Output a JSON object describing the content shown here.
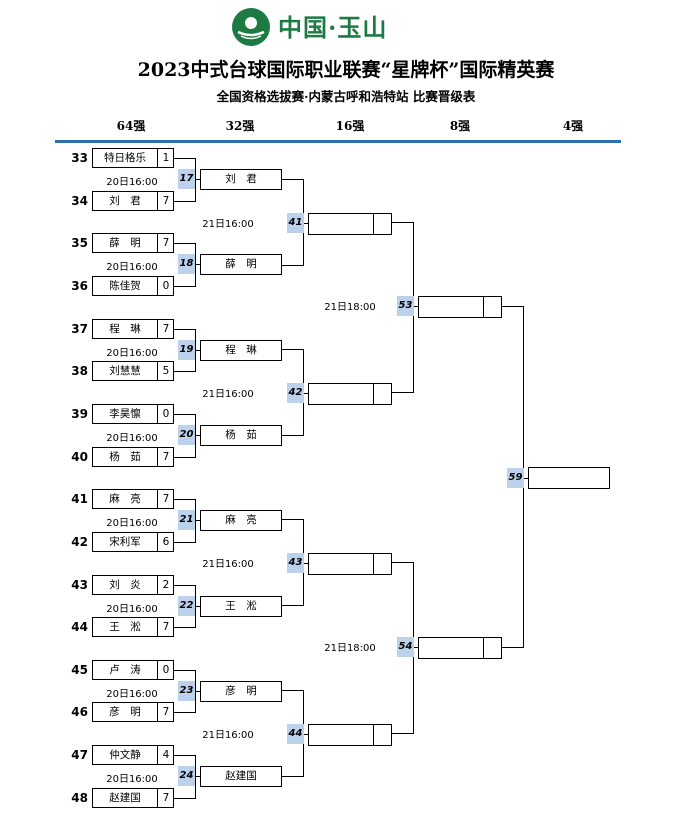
{
  "header": {
    "brand": "中国·玉山",
    "title": "2023中式台球国际职业联赛“星牌杯”国际精英赛",
    "subtitle": "全国资格选拔赛·内蒙古呼和浩特站 比赛晋级表"
  },
  "rounds": [
    "64强",
    "32强",
    "16强",
    "8强",
    "4强"
  ],
  "first_round": [
    {
      "match": "17",
      "time": "20日16:00",
      "top": {
        "seed": "33",
        "name": "特日格乐",
        "score": "1"
      },
      "bottom": {
        "seed": "34",
        "name": "刘　君",
        "score": "7"
      }
    },
    {
      "match": "18",
      "time": "20日16:00",
      "top": {
        "seed": "35",
        "name": "薛　明",
        "score": "7"
      },
      "bottom": {
        "seed": "36",
        "name": "陈佳贺",
        "score": "0"
      }
    },
    {
      "match": "19",
      "time": "20日16:00",
      "top": {
        "seed": "37",
        "name": "程　琳",
        "score": "7"
      },
      "bottom": {
        "seed": "38",
        "name": "刘慧慧",
        "score": "5"
      }
    },
    {
      "match": "20",
      "time": "20日16:00",
      "top": {
        "seed": "39",
        "name": "李昊懔",
        "score": "0"
      },
      "bottom": {
        "seed": "40",
        "name": "杨　茹",
        "score": "7"
      }
    },
    {
      "match": "21",
      "time": "20日16:00",
      "top": {
        "seed": "41",
        "name": "麻　亮",
        "score": "7"
      },
      "bottom": {
        "seed": "42",
        "name": "宋利军",
        "score": "6"
      }
    },
    {
      "match": "22",
      "time": "20日16:00",
      "top": {
        "seed": "43",
        "name": "刘　炎",
        "score": "2"
      },
      "bottom": {
        "seed": "44",
        "name": "王　淞",
        "score": "7"
      }
    },
    {
      "match": "23",
      "time": "20日16:00",
      "top": {
        "seed": "45",
        "name": "卢　涛",
        "score": "0"
      },
      "bottom": {
        "seed": "46",
        "name": "彦　明",
        "score": "7"
      }
    },
    {
      "match": "24",
      "time": "20日16:00",
      "top": {
        "seed": "47",
        "name": "仲文静",
        "score": "4"
      },
      "bottom": {
        "seed": "48",
        "name": "赵建国",
        "score": "7"
      }
    }
  ],
  "second_round": [
    {
      "name": "刘　君"
    },
    {
      "name": "薛　明"
    },
    {
      "name": "程　琳"
    },
    {
      "name": "杨　茹"
    },
    {
      "name": "麻　亮"
    },
    {
      "name": "王　淞"
    },
    {
      "name": "彦　明"
    },
    {
      "name": "赵建国"
    }
  ],
  "second_round_matches": [
    {
      "match": "41",
      "time": "21日16:00"
    },
    {
      "match": "42",
      "time": "21日16:00"
    },
    {
      "match": "43",
      "time": "21日16:00"
    },
    {
      "match": "44",
      "time": "21日16:00"
    }
  ],
  "third_round_matches": [
    {
      "match": "53",
      "time": "21日18:00"
    },
    {
      "match": "54",
      "time": "21日18:00"
    }
  ],
  "final_match": {
    "match": "59"
  }
}
